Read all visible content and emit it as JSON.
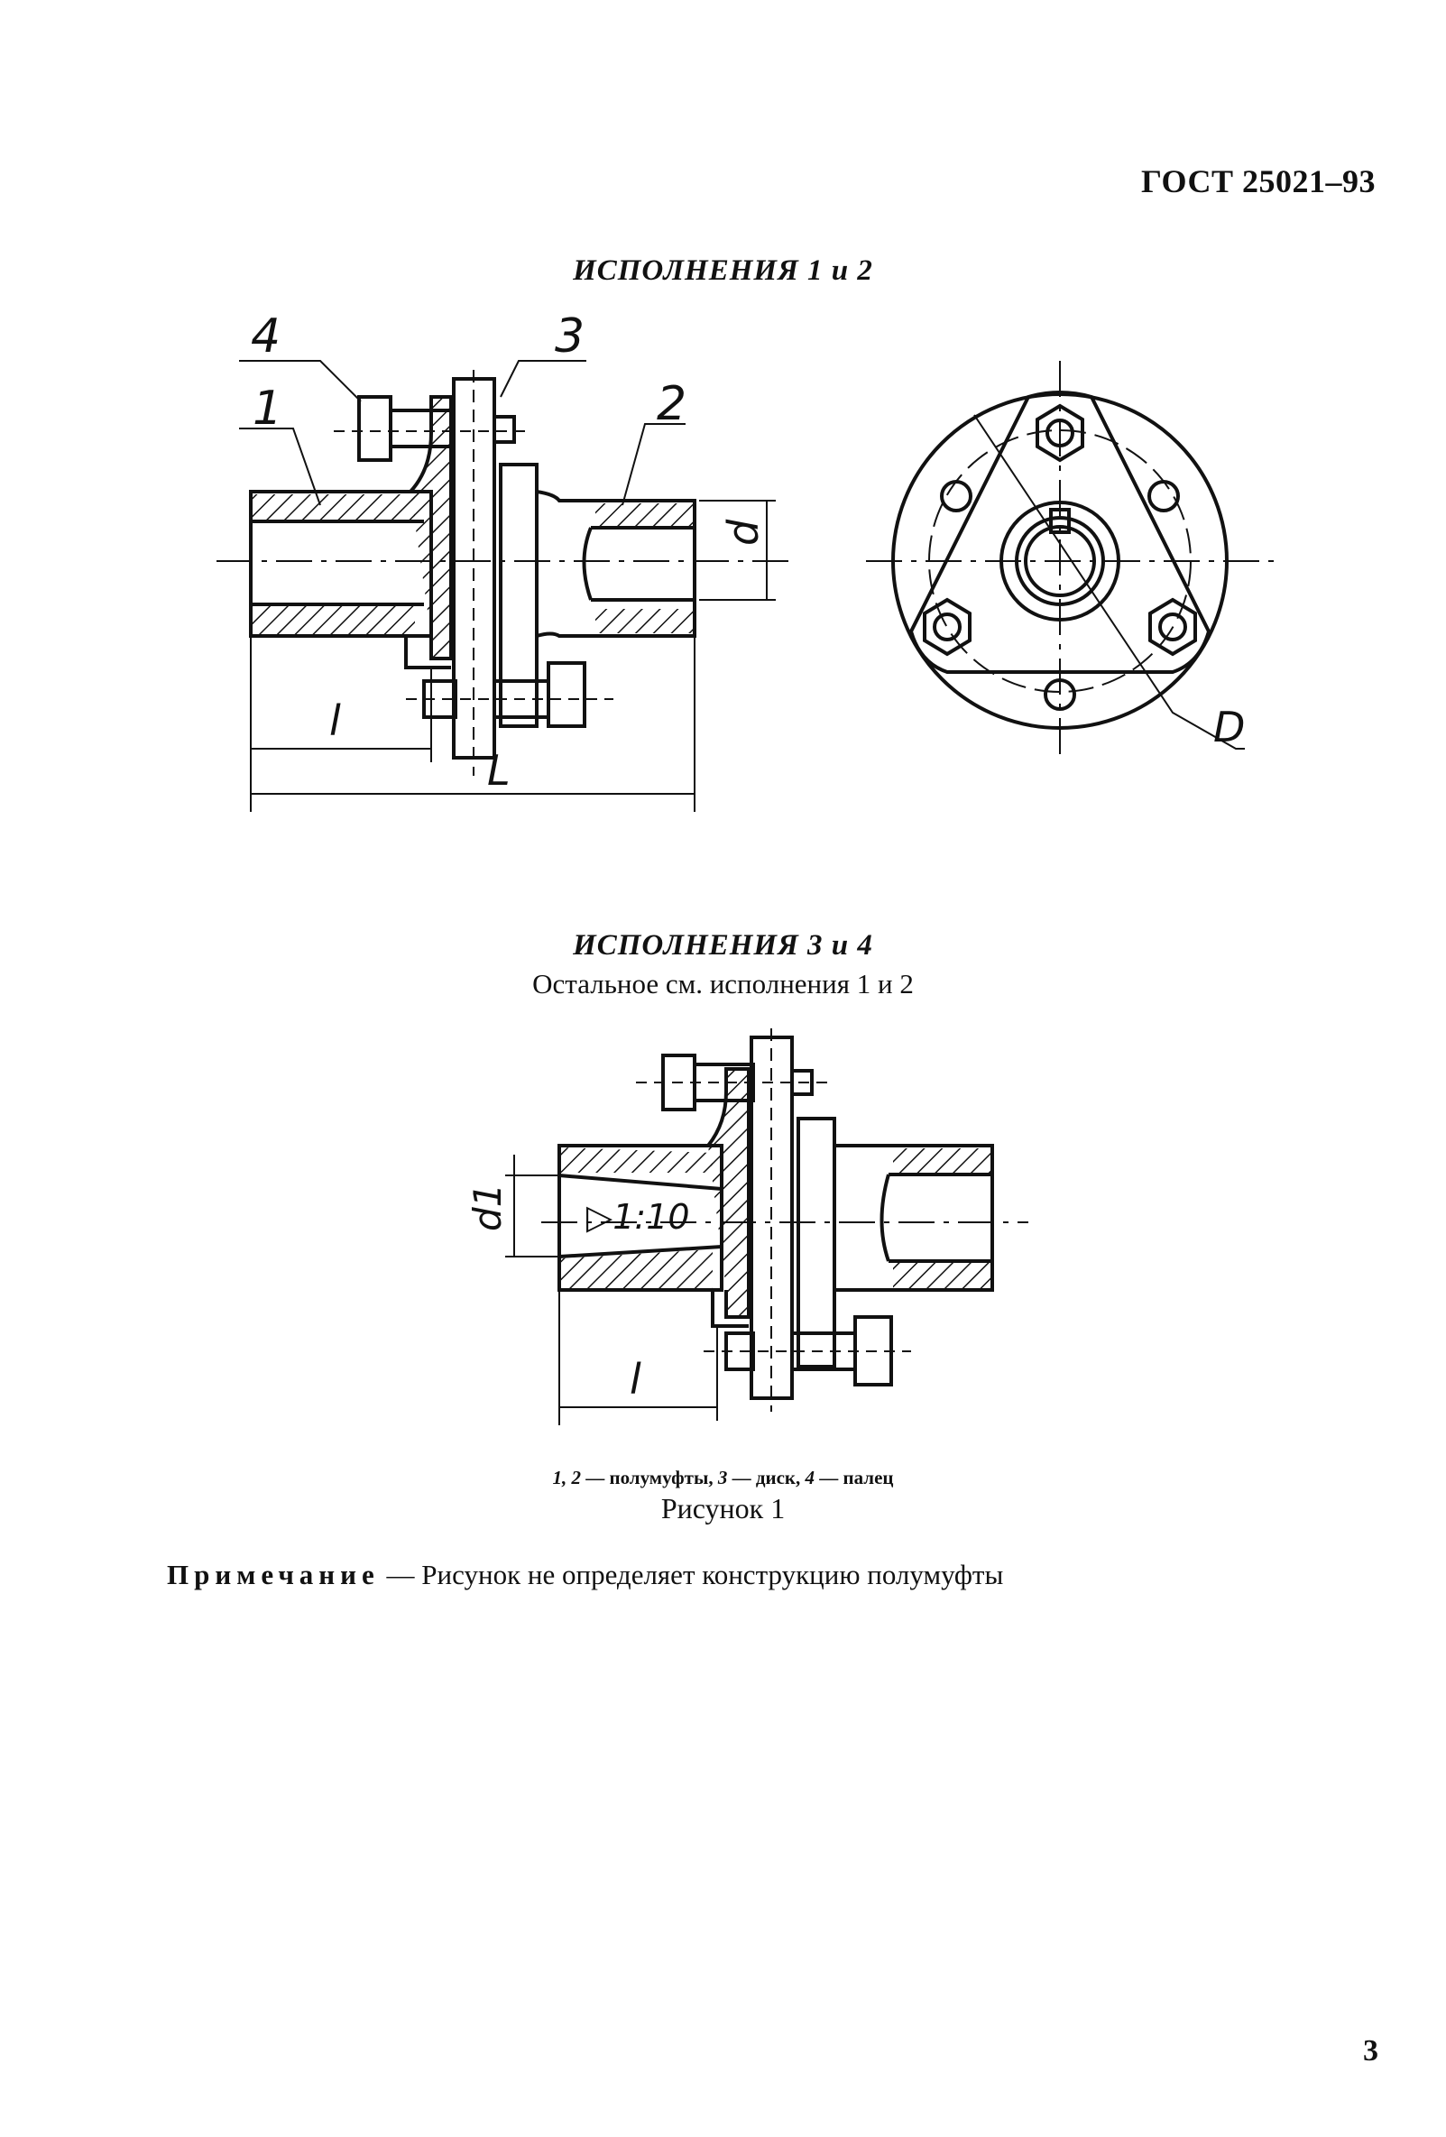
{
  "header": {
    "doc_code": "ГОСТ 25021–93"
  },
  "section1": {
    "title": "ИСПОЛНЕНИЯ 1 и 2",
    "labels": {
      "p4": "4",
      "p3": "3",
      "p1": "1",
      "p2": "2",
      "d": "d",
      "l": "l",
      "L": "L",
      "D": "D"
    }
  },
  "section2": {
    "title": "ИСПОЛНЕНИЯ 3 и 4",
    "subtitle": "Остальное см. исполнения 1 и 2",
    "labels": {
      "d1": "d1",
      "taper": "▷1:10",
      "l": "l"
    }
  },
  "legend": {
    "n12": "1, 2",
    "t12": " — полумуфты, ",
    "n3": "3",
    "t3": " — диск, ",
    "n4": "4",
    "t4": " — палец"
  },
  "figure_caption": "Рисунок 1",
  "note": {
    "label": "Примечание",
    "text": " — Рисунок не определяет конструкцию полумуфты"
  },
  "page_number": "3"
}
